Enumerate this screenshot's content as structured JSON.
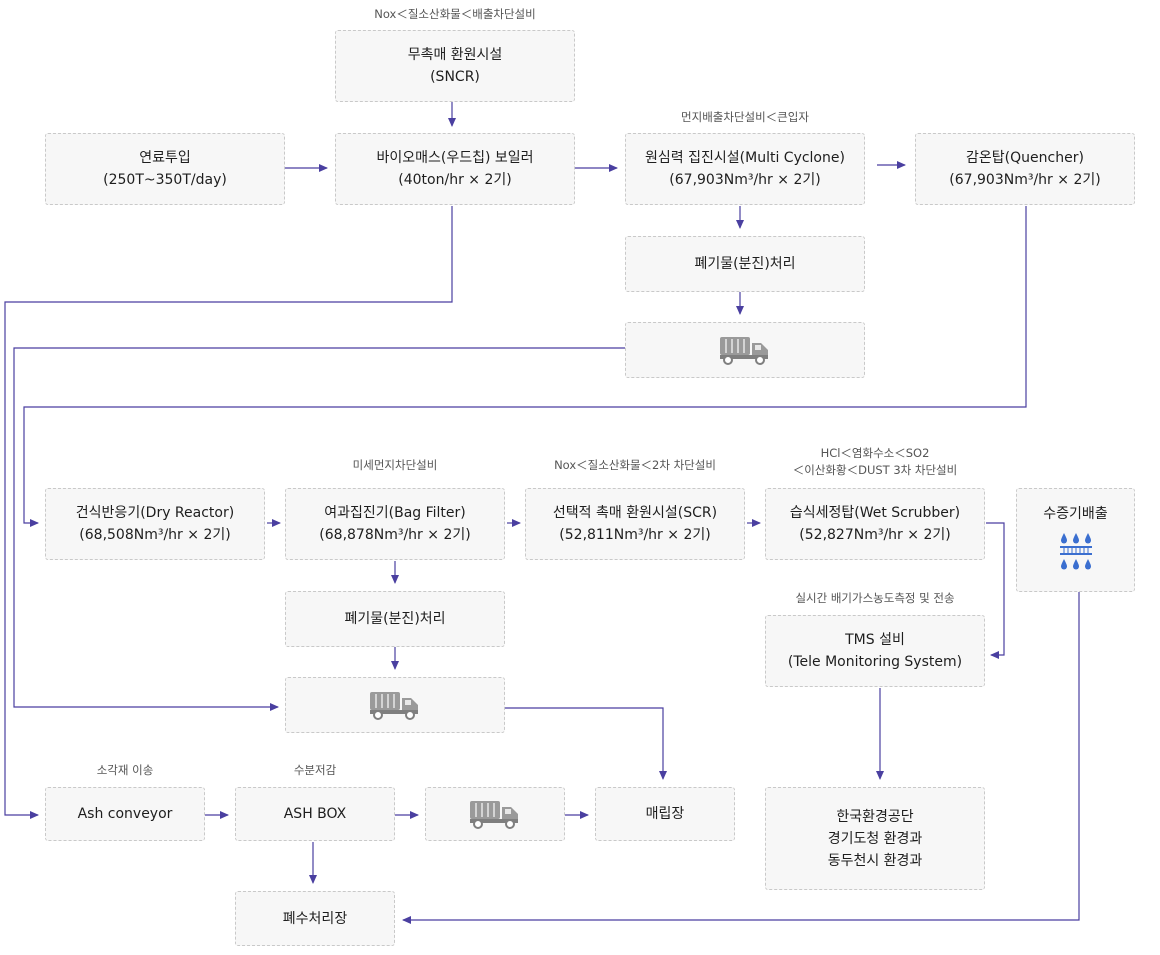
{
  "captions": {
    "sncr_note": "Nox＜질소산화물＜배출차단설비",
    "cyclone_note": "먼지배출차단설비＜큰입자",
    "bagfilter_note": "미세먼지차단설비",
    "scr_note": "Nox＜질소산화물＜2차 차단설비",
    "scrubber_note_1": "HCl＜염화수소＜SO2",
    "scrubber_note_2": "＜이산화황＜DUST 3차 차단설비",
    "tms_note": "실시간 배기가스농도측정 및 전송",
    "ash_conveyor_note": "소각재 이송",
    "ash_box_note": "수분저감"
  },
  "boxes": {
    "sncr": [
      "무촉매 환원시설",
      "(SNCR)"
    ],
    "fuel": [
      "연료투입",
      "(250T~350T/day)"
    ],
    "boiler": [
      "바이오매스(우드칩) 보일러",
      "(40ton/hr × 2기)"
    ],
    "cyclone": [
      "원심력 집진시설(Multi Cyclone)",
      "(67,903Nm³/hr × 2기)"
    ],
    "quencher": [
      "감온탑(Quencher)",
      "(67,903Nm³/hr × 2기)"
    ],
    "waste_dust_1": "폐기물(분진)처리",
    "dry_reactor": [
      "건식반응기(Dry Reactor)",
      "(68,508Nm³/hr × 2기)"
    ],
    "bag_filter": [
      "여과집진기(Bag Filter)",
      "(68,878Nm³/hr × 2기)"
    ],
    "scr": [
      "선택적 촉매 환원시설(SCR)",
      "(52,811Nm³/hr × 2기)"
    ],
    "scrubber": [
      "습식세정탑(Wet Scrubber)",
      "(52,827Nm³/hr × 2기)"
    ],
    "steam": "수증기배출",
    "waste_dust_2": "폐기물(분진)처리",
    "tms": [
      "TMS 설비",
      "(Tele Monitoring System)"
    ],
    "ash_conveyor": "Ash conveyor",
    "ash_box": "ASH BOX",
    "landfill": "매립장",
    "agency": [
      "한국환경공단",
      "경기도청 환경과",
      "동두천시 환경과"
    ],
    "wastewater": "폐수처리장"
  },
  "colors": {
    "arrow": "#4a3fa0",
    "box_bg": "#f7f7f7",
    "box_border": "#c9c9c9",
    "truck": "#8a8a8a",
    "drop": "#3b6fd0"
  },
  "icons": {
    "truck": "truck-icon",
    "steam": "water-drops-icon"
  }
}
